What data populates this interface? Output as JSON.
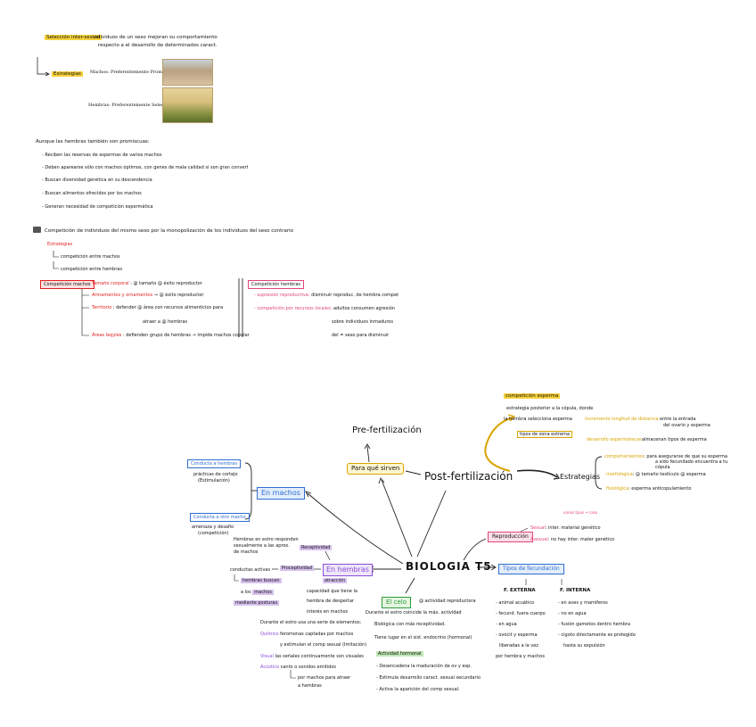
{
  "top": {
    "seleccion_label": "Selección inter-sexual",
    "seleccion_text1": "individuos de un sexo mejoran su comportamiento",
    "seleccion_text2": "respecto a el desarrollo de determinados caract.",
    "estrategias": "Estrategias",
    "machos_label": "Machos: Preferentemente Promiscuos",
    "hembras_label": "Hembras: Preferentemente Selectivas"
  },
  "aunque": {
    "title": "Aunque las hembras también son promiscuas:",
    "items": [
      "- Reciben las reservas de espermas de varios machos",
      "- Deben aparearse sólo con machos óptimos, con genes de mala calidad si son gran convert",
      "- Buscan diversidad genética en su descendencia",
      "- Buscan alimentos ofrecidos por los machos",
      "- Generan necesidad de competición espermática"
    ]
  },
  "competicion": {
    "title": "Competición de individuos del mismo sexo por la monopolización de los individuos del sexo contrario",
    "estrategias": "Estrategias",
    "entre_machos": "competición entre machos",
    "entre_hembras": "competición entre hembras",
    "machos_box": "Competición machos",
    "m1a": "Tamaño corporal",
    "m1b": ": @ tamaño @ éxito reproductor",
    "m2a": "Armamentos y ornamentos",
    "m2b": "→ @ éxito reproductor",
    "m3a": "Territorio",
    "m3b": ": defender @ área con recursos alimenticios para",
    "m3c": "atraer a @ hembras",
    "m4a": "Áreas leqyles",
    "m4b": ": defienden grupo de hembras → impide machos copular",
    "hembras_box": "Competición hembras",
    "h1a": "- supresión reproductiva:",
    "h1b": "disminuir reproduc. de hembra compet",
    "h2a": "- competición por recursos locales:",
    "h2b": "adultos consumen agresión",
    "h2c": "sobre individuos inmaduros",
    "h2d": "del = sexo para disminuir"
  },
  "map": {
    "competicion_esperma": "competición esperma",
    "ce_text1": "estrategia posterior a la cópula, donde",
    "ce_text2": "la hembra selecciona esperma",
    "ce_gold1": "incremento longitud de distancia",
    "ce_gold1b": "entre la entrada",
    "ce_gold1c": "del ovario y esperma",
    "ce_tipos": "tipos de zona extrema",
    "ce_gold2": "desarrollo espermatecas",
    "ce_gold2b": "almacenan tipos de esperma",
    "pre": "Pre-fertilización",
    "para_que": "Para qué sirven",
    "post": "Post-fertilización",
    "estrategias": "Estrategias",
    "e1a": "comportamientos",
    "e1b": ": para asegurarse de que su esperma",
    "e1c": "a sido fecundado encuentra a tu",
    "e1d": "cópula",
    "e2a": "morfológica",
    "e2b": ": @ tamaño testículo @ esperma",
    "e3a": "fisiológica",
    "e3b": ": esperma anticopulamiento",
    "conducta_hembras": "Conducta a hembras",
    "ch_text1": "prácticas de cortejo",
    "ch_text2": "(Estimulación)",
    "en_machos": "En machos",
    "conducta_machos": "Conducta a otro macho",
    "cm_text1": "amenaza y desafío",
    "cm_text2": "(competición)",
    "hembras_en": "Hembras en estro responden",
    "hembras_en2": "sexualmente a las aprox.",
    "hembras_en3": "de machos",
    "receptividad": "Receptividad",
    "proceptividad": "Proceptividad",
    "en_hembras": "En hembras",
    "atraccion": "atracción",
    "conducta_activa": "conductas activas",
    "hembras_buscan": "hembras buscan",
    "a_los_machos": "a los machos",
    "mediante": "mediante posturas",
    "capacidad": "capacidad que tiene la",
    "capacidad2": "hembra de despertar",
    "capacidad3": "interés en machos",
    "durante_estro": "Durante el estro usa una serie de elementos:",
    "quimico": "Químico",
    "quimico_t": "feromonas captadas por machos",
    "quimico_t2": "y estimulan el comp sexual (Imitación)",
    "visual": "Visual",
    "visual_t": "las señales continuamente son visuales",
    "acustico": "Acústico",
    "acustico_t": "canto o sonidos emitidos",
    "acustico_t2": "por machos para atraer",
    "acustico_t3": "a hembras",
    "biologia": "BIOLOGIA T5",
    "el_celo": "El celo",
    "celo_t": "@ actividad reproductora",
    "durante": "Durante el estro coincide la máx. actividad",
    "durante2": "Biológica con más receptividad.",
    "tiene_lugar": "Tiene lugar en el sist. endocrino (hormonal)",
    "actividad": "Actividad hormonal",
    "desencadena": "- Desencadena la maduración de ov y esp.",
    "estimula": "- Estimula desarrollo caract. sexual secundario",
    "activa": "- Activa la aparición del comp sexual.",
    "reproduccion": "Reproducción",
    "varios": "varios tipos + caso",
    "sexual": "Sexual",
    "sexual_t": ": inter. material genético",
    "asexual": "Asexual",
    "asexual_t": ": no hay inter. mater genético",
    "tipos_fec": "Tipos de fecundación",
    "f_externa": "F. EXTERNA",
    "fe1": "- animal acuático",
    "fe2": "- fecund. fuera cuerpo",
    "fe3": "- en agua",
    "fe4": "- ovocit y esperma",
    "fe5": "liberadas a la vez",
    "fe6": "por hembra y machos",
    "f_interna": "F. INTERNA",
    "fi1": "- en aves y mamíferos",
    "fi2": "- no en agua",
    "fi3": "- fusión gametos dentro hembra",
    "fi4": "- cigoto directamente es protegido",
    "fi5": "hasta su expulsión"
  }
}
